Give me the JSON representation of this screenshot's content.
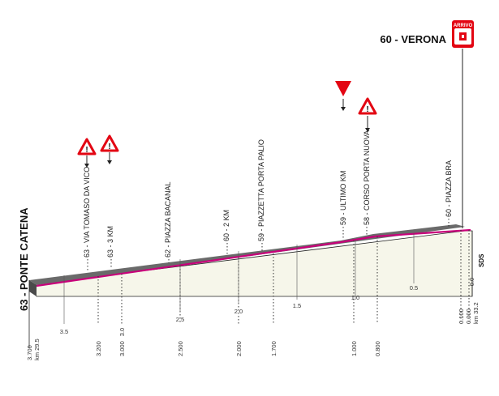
{
  "start": {
    "label": "63 - PONTE CATENA",
    "km": "km 29.5",
    "altitude": "3.700"
  },
  "finish": {
    "label": "60 - VERONA",
    "km": "km 33.2",
    "badge": "ARRIVO",
    "road_code": "SDS"
  },
  "landmarks": [
    {
      "label": "63 - VIA TOMASO DA VICO",
      "marker": "warning-triangle"
    },
    {
      "label": "63 - 3 KM",
      "marker": "warning-triangle"
    },
    {
      "label": "62 - PIAZZA BACANAL",
      "marker": "none"
    },
    {
      "label": "60 - 2 KM",
      "marker": "none"
    },
    {
      "label": "59 - PIAZZETTA PORTA PALIO",
      "marker": "none"
    },
    {
      "label": "59 - ULTIMO KM",
      "marker": "red-flag-triangle"
    },
    {
      "label": "58 - CORSO PORTA NUOVA",
      "marker": "warning-triangle"
    },
    {
      "label": "60 - PIAZZA BRA",
      "marker": "none"
    }
  ],
  "remaining_km_ticks": [
    "3.5",
    "3.0",
    "2.5",
    "2.0",
    "1.5",
    "1.0",
    "0.5",
    "0.0"
  ],
  "distance_markers": [
    "3.200",
    "3.000",
    "2.500",
    "2.000",
    "1.700",
    "1.000",
    "0.800",
    "0.100",
    "0.000"
  ],
  "colors": {
    "profile_line": "#c8007a",
    "fill": "#f6f6ea",
    "side": "#4a4a4a",
    "warning": "#e30613"
  }
}
